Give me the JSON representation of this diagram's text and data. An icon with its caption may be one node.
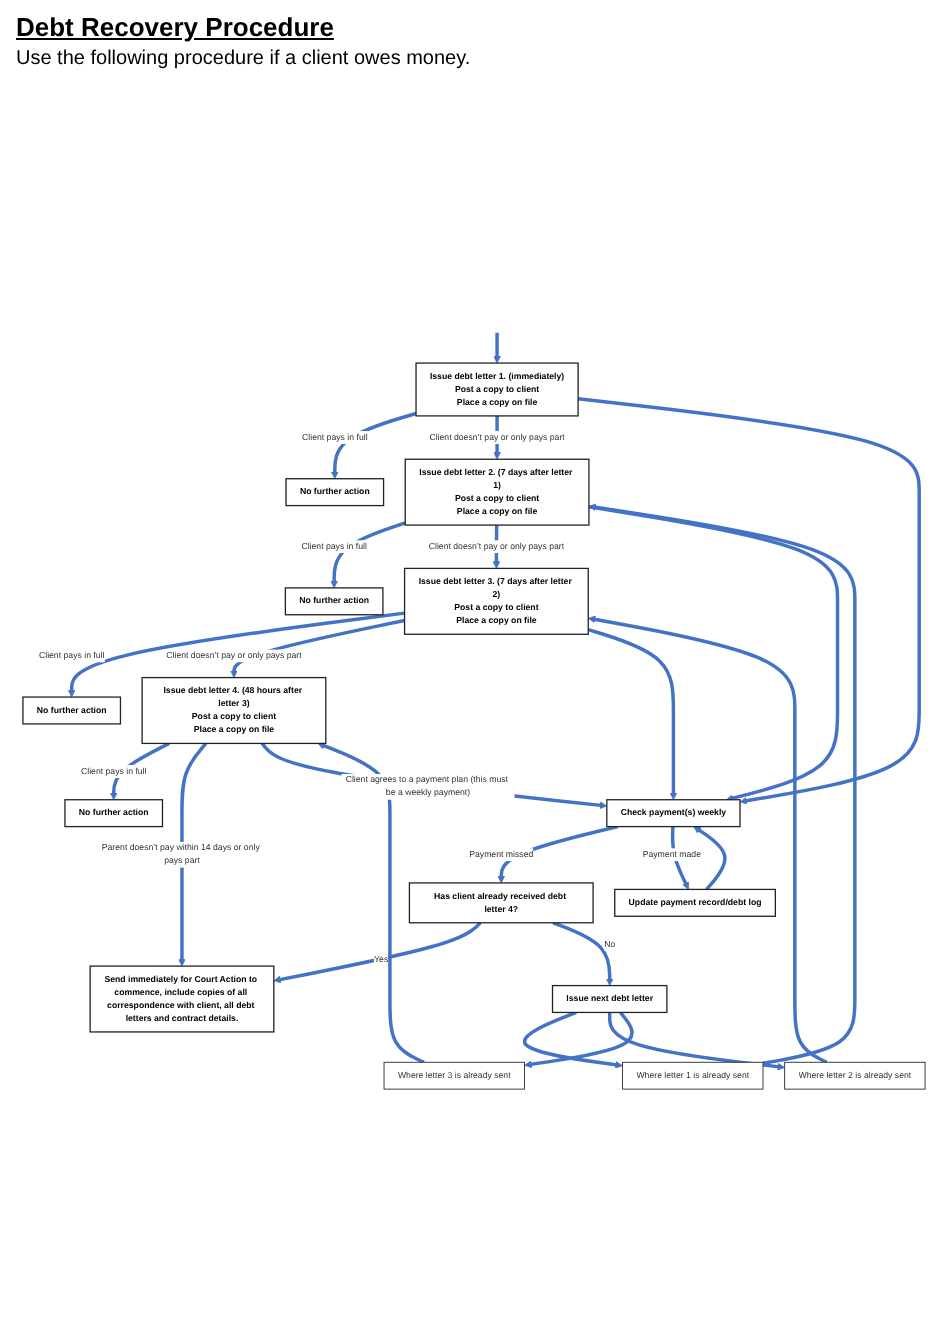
{
  "diagram": {
    "title": "Debt Recovery Procedure",
    "nodes": [
      {
        "text": [
          "Issue debt letter 1. (immediately)",
          "Post a copy to client",
          "Place a copy on file"
        ]
      },
      {
        "text": [
          "No further action"
        ]
      },
      {
        "text": [
          "Issue debt letter 2. (7 days after letter 1)",
          "Post a copy to client",
          "Place a copy on file"
        ]
      },
      {
        "text": [
          "No further action"
        ]
      },
      {
        "text": [
          "Where letter 1 is already sent"
        ]
      },
      {
        "text": [
          "Issue debt letter 3. (7 days after letter 2)",
          "Post a copy to client",
          "Place a copy on file"
        ]
      },
      {
        "text": [
          "No further action"
        ]
      },
      {
        "text": [
          "Where letter 2 is already sent"
        ]
      },
      {
        "text": [
          "Issue debt letter 4. (48 hours after letter 3)",
          "Post a copy to client",
          "Place a copy on file"
        ]
      },
      {
        "text": [
          "No further action"
        ]
      },
      {
        "text": [
          "Where letter 3 is already sent"
        ]
      },
      {
        "text": [
          "Check payment(s) weekly"
        ]
      },
      {
        "text": [
          "Has client already received debt letter 4?"
        ]
      },
      {
        "text": [
          "Send immediately for Court Action to commence, include copies of all correspondence with client, all debt letters and contract details."
        ]
      },
      {
        "text": [
          "Update payment record/debt log"
        ]
      },
      {
        "text": [
          "Issue next debt letter"
        ]
      }
    ],
    "edges": [
      {
        "from": null,
        "to": 0,
        "arrow": "to"
      },
      {
        "from": 0,
        "to": 1,
        "arrow": "to",
        "label": "Client pays in full"
      },
      {
        "from": 0,
        "to": 2,
        "arrow": "to",
        "label": "Client doesn’t pay or only pays part"
      },
      {
        "from": 2,
        "to": 3,
        "arrow": "to",
        "label": "Client pays in full"
      },
      {
        "from": 4,
        "to": 2,
        "arrow": "to"
      },
      {
        "from": 2,
        "to": 5,
        "arrow": "to",
        "label": "Client doesn’t pay or only pays part"
      },
      {
        "from": 5,
        "to": 6,
        "arrow": "to",
        "label": "Client pays in full"
      },
      {
        "from": 7,
        "to": 5,
        "arrow": "to"
      },
      {
        "from": 5,
        "to": 8,
        "arrow": "to",
        "label": "Client doesn’t pay or only pays part"
      },
      {
        "from": 8,
        "to": 9,
        "arrow": "to",
        "label": "Client pays in full"
      },
      {
        "from": 10,
        "to": 8,
        "arrow": "to"
      },
      {
        "from": 8,
        "to": 13,
        "arrow": "to",
        "label": "Parent doesn’t pay within 14 days or only pays part"
      },
      {
        "from": 0,
        "to": 11,
        "arrow": "to"
      },
      {
        "from": 2,
        "to": 11,
        "arrow": "to"
      },
      {
        "from": 5,
        "to": 11,
        "arrow": "to"
      },
      {
        "from": 8,
        "to": 11,
        "arrow": "to",
        "label": "Client agrees to a payment plan (this must be a weekly payment)"
      },
      {
        "from": 11,
        "to": 12,
        "arrow": "to",
        "label": "Payment missed"
      },
      {
        "from": 11,
        "to": 14,
        "arrow": "to",
        "label": "Payment made"
      },
      {
        "from": 14,
        "to": 11,
        "arrow": "to"
      },
      {
        "from": 12,
        "to": 13,
        "arrow": "to",
        "label": "Yes"
      },
      {
        "from": 12,
        "to": 15,
        "arrow": "to",
        "label": "No"
      },
      {
        "from": 15,
        "to": 4,
        "arrow": "to"
      },
      {
        "from": 15,
        "to": 7,
        "arrow": "to"
      },
      {
        "from": 15,
        "to": 10,
        "arrow": "to"
      }
    ],
    "labels": [
      "Use the following procedure if a client owes money."
    ]
  }
}
